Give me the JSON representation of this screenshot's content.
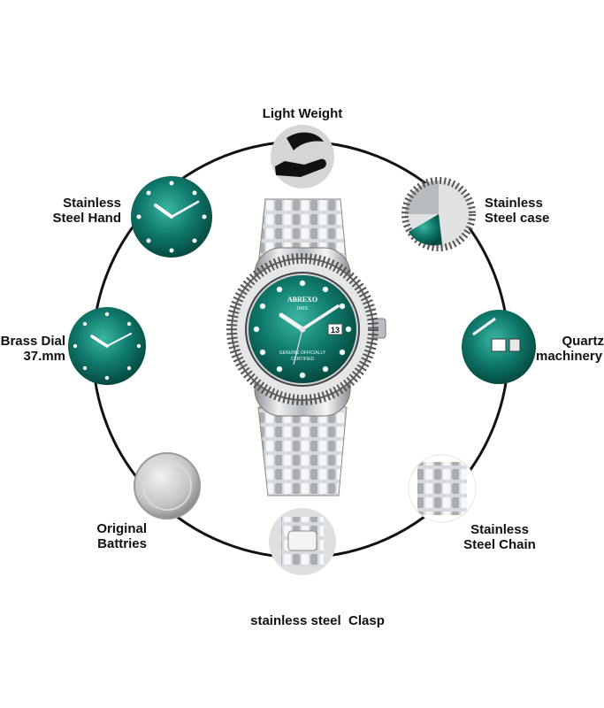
{
  "features": {
    "light_weight": {
      "label": "Light Weight",
      "icon": "feather-hand-icon"
    },
    "steel_hand": {
      "line1": "Stainless",
      "line2": "Steel Hand",
      "icon": "dial-closeup-icon"
    },
    "steel_case": {
      "line1": "Stainless",
      "line2": "Steel case",
      "icon": "case-bezel-icon"
    },
    "brass_dial": {
      "line1": "Brass Dial",
      "line2": "37.mm",
      "icon": "dial-icon"
    },
    "quartz": {
      "line1": "Quartz",
      "line2": "machinery",
      "icon": "date-window-icon"
    },
    "battery": {
      "line1": "Original",
      "line2": "Battries",
      "icon": "battery-icon"
    },
    "chain": {
      "line1": "Stainless",
      "line2": "Steel Chain",
      "icon": "bracelet-icon"
    },
    "clasp": {
      "label": "stainless steel  Clasp",
      "icon": "clasp-icon"
    }
  },
  "watch": {
    "brand": "ABREXO",
    "sub": "DATE",
    "text1": "GENUINE OFFICIALLY",
    "text2": "CERTIFIED",
    "date": "13"
  },
  "colors": {
    "dial": "#0f7a6c",
    "steel": "#c9ccd0",
    "ring": "#111111"
  }
}
